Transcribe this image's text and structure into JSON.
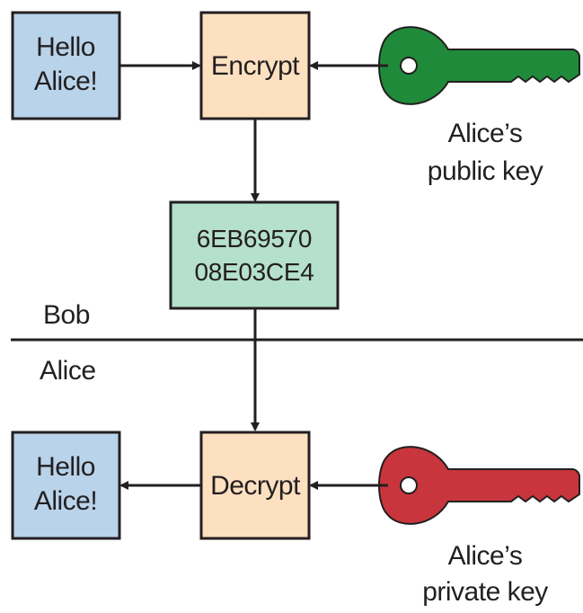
{
  "colors": {
    "message_fill": "#b8d3ea",
    "process_fill": "#fde0c0",
    "cipher_fill": "#b5e0cc",
    "public_key": "#1f8b3a",
    "private_key": "#c9353c",
    "stroke": "#231f20"
  },
  "bob_side": {
    "plaintext": {
      "line1": "Hello",
      "line2": "Alice!"
    },
    "encrypt_label": "Encrypt",
    "key_label": {
      "line1": "Alice’s",
      "line2": "public key"
    },
    "key_icon": "key-icon"
  },
  "ciphertext": {
    "line1": "6EB69570",
    "line2": "08E03CE4"
  },
  "divider": {
    "top_label": "Bob",
    "bottom_label": "Alice"
  },
  "alice_side": {
    "plaintext": {
      "line1": "Hello",
      "line2": "Alice!"
    },
    "decrypt_label": "Decrypt",
    "key_label": {
      "line1": "Alice’s",
      "line2": "private key"
    },
    "key_icon": "key-icon"
  }
}
